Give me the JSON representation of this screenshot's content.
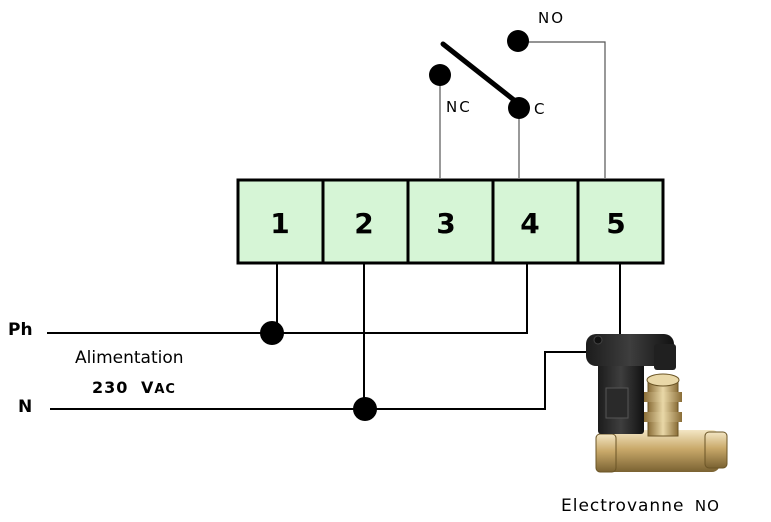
{
  "terminals": [
    "1",
    "2",
    "3",
    "4",
    "5"
  ],
  "switch": {
    "nc": "NC",
    "c": "C",
    "no": "NO"
  },
  "supply": {
    "phase": "Ph",
    "neutral": "N",
    "label": "Alimentation",
    "voltage_num": "230",
    "voltage_v": "V",
    "voltage_ac": "AC"
  },
  "valve": {
    "name": "Electrovanne",
    "type": "NO"
  },
  "colors": {
    "terminal_fill": "#d6f5d6",
    "wire": "#000000",
    "thin_wire": "#555555"
  }
}
